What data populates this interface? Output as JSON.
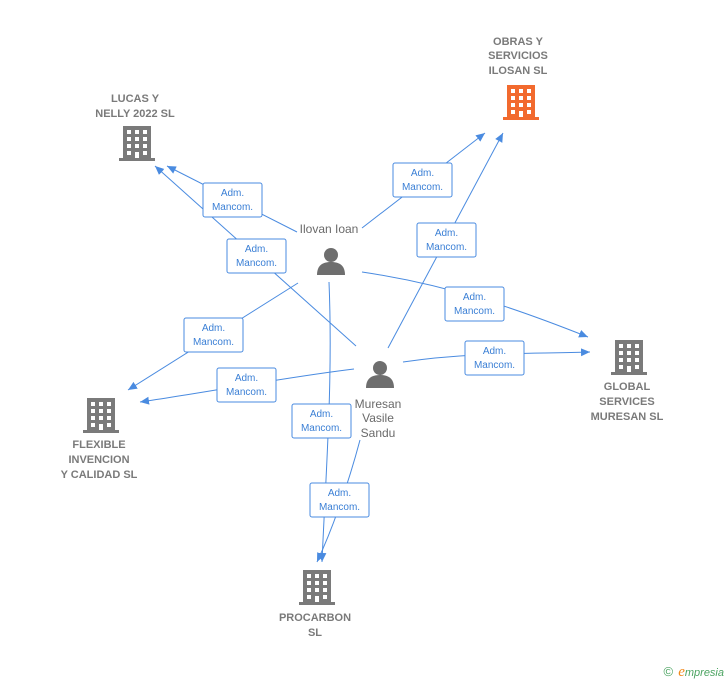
{
  "companies": {
    "obras": {
      "lines": [
        "OBRAS Y",
        "SERVICIOS",
        "ILOSAN  SL"
      ],
      "color": "#f26a2e"
    },
    "lucas": {
      "lines": [
        "LUCAS Y",
        "NELLY 2022  SL"
      ],
      "color": "#7a7a7a"
    },
    "global": {
      "lines": [
        "GLOBAL",
        "SERVICES",
        "MURESAN  SL"
      ],
      "color": "#7a7a7a"
    },
    "flexible": {
      "lines": [
        "FLEXIBLE",
        "INVENCION",
        "Y CALIDAD  SL"
      ],
      "color": "#7a7a7a"
    },
    "procarbon": {
      "lines": [
        "PROCARBON",
        "SL"
      ],
      "color": "#7a7a7a"
    }
  },
  "persons": {
    "ilovan": {
      "lines": [
        "Ilovan Ioan"
      ]
    },
    "muresan": {
      "lines": [
        "Muresan",
        "Vasile",
        "Sandu"
      ]
    }
  },
  "edge_label": [
    "Adm.",
    "Mancom."
  ],
  "watermark": {
    "copyright": "©",
    "brand_first": "e",
    "brand_rest": "mpresia"
  },
  "colors": {
    "edge": "#4a8be0",
    "building": "#7a7a7a",
    "highlight": "#f26a2e",
    "person": "#6e6e6e"
  }
}
